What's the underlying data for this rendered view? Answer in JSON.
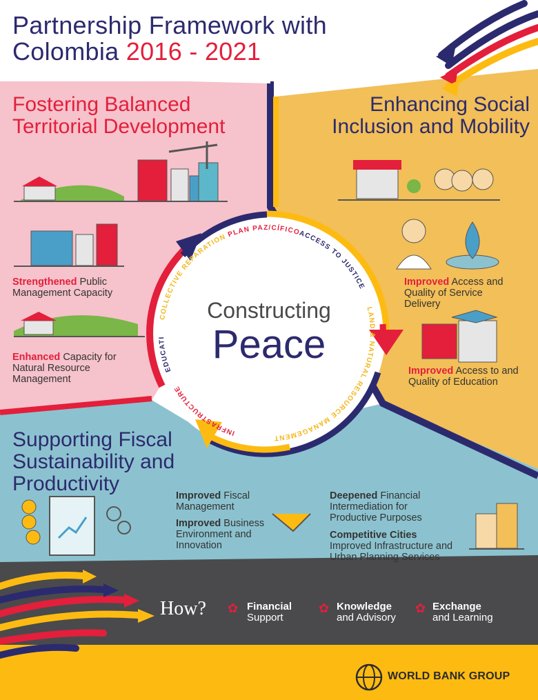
{
  "title": {
    "line1": "Partnership Framework with",
    "line2_prefix": "Colombia",
    "years": "2016 - 2021"
  },
  "sections": {
    "territorial": {
      "title_line1": "Fostering Balanced",
      "title_line2": "Territorial Development",
      "outcome1_bold": "Strengthened",
      "outcome1_rest1": " Public",
      "outcome1_rest2": "Management Capacity",
      "outcome2_bold": "Enhanced",
      "outcome2_rest1": " Capacity for",
      "outcome2_rest2": "Natural Resource",
      "outcome2_rest3": "Management"
    },
    "social": {
      "title_line1": "Enhancing Social",
      "title_line2": "Inclusion and Mobility",
      "outcome1_bold": "Improved",
      "outcome1_rest1": " Access and",
      "outcome1_rest2": "Quality of Service",
      "outcome1_rest3": "Delivery",
      "outcome2_bold": "Improved",
      "outcome2_rest1": " Access to and",
      "outcome2_rest2": "Quality of Education"
    },
    "fiscal": {
      "title_line1": "Supporting Fiscal",
      "title_line2": "Sustainability and",
      "title_line3": "Productivity",
      "o1_bold": "Improved",
      "o1_rest1": " Fiscal",
      "o1_rest2": "Management",
      "o2_bold": "Improved",
      "o2_rest1": " Business",
      "o2_rest2": "Environment and",
      "o2_rest3": "Innovation",
      "o3_bold": "Deepened",
      "o3_rest1": " Financial",
      "o3_rest2": "Intermediation for",
      "o3_rest3": "Productive Purposes",
      "o4_bold": "Competitive Cities",
      "o4_rest1": "Improved Infrastructure and",
      "o4_rest2": "Urban Planning Services"
    }
  },
  "center": {
    "line1": "Constructing",
    "line2": "Peace",
    "ring_labels": [
      {
        "text": "ACCESS TO JUSTICE",
        "color": "#2c2a6e"
      },
      {
        "text": "LAND & NATURAL RESOURCE MANAGEMENT",
        "color": "#f3b71b"
      },
      {
        "text": "INFRASTRUCTURE",
        "color": "#e31f3b"
      },
      {
        "text": "EDUCATION",
        "color": "#2c2a6e"
      },
      {
        "text": "COLLECTIVE REPARATION",
        "color": "#f3b71b"
      },
      {
        "text": "PLAN PAZ/CÍFICO",
        "color": "#e31f3b"
      }
    ]
  },
  "how": {
    "label": "How?",
    "items": [
      {
        "bold": "Financial",
        "rest": "Support"
      },
      {
        "bold": "Knowledge",
        "rest": "and Advisory"
      },
      {
        "bold": "Exchange",
        "rest": "and Learning"
      }
    ]
  },
  "footer": {
    "logo_text": "WORLD BANK GROUP"
  },
  "colors": {
    "navy": "#2c2a6e",
    "red": "#e31f3b",
    "yellow": "#f3b71b",
    "pink_bg": "#f6c2cb",
    "yellow_bg": "#f2bf58",
    "teal_bg": "#8cc2cf",
    "dark_band": "#4a4a4c",
    "footer_yellow": "#fdbb12"
  }
}
